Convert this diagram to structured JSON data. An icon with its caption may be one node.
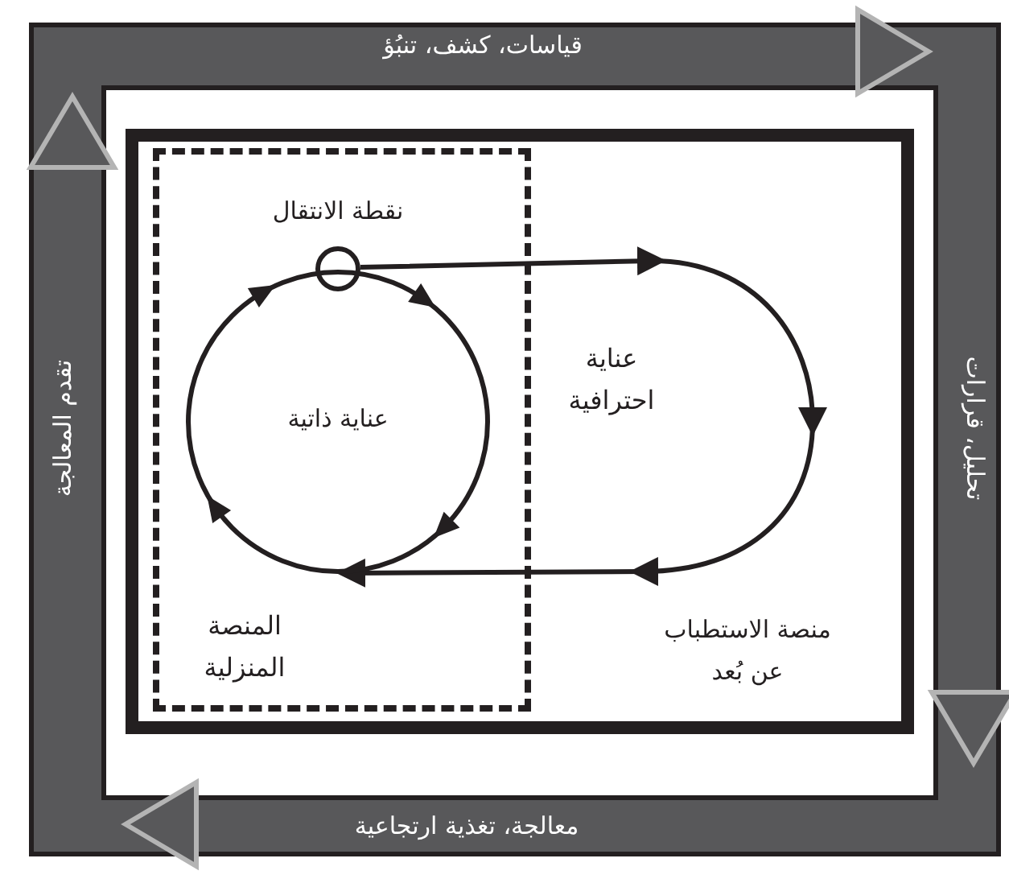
{
  "diagram": {
    "nodes": [
      {
        "text": [
          "منصة الاستطباب عن بُعد"
        ]
      },
      {
        "text": [
          "المنصة المنزلية"
        ],
        "in": 0
      },
      {
        "text": [
          "عناية ذاتية"
        ],
        "in": 1
      },
      {
        "text": [
          "نقطة الانتقال"
        ],
        "in": 1
      },
      {
        "text": [
          "عناية احترافية"
        ],
        "in": 0
      }
    ],
    "edges": [
      {
        "from": 3,
        "to": 2,
        "arrow": "to"
      }
    ],
    "labels": [
      "قياسات، كشف، تنبُؤ",
      "تحليل، قرارات",
      "تقدم المعالجة",
      "معالجة، تغذية ارتجاعية"
    ]
  }
}
